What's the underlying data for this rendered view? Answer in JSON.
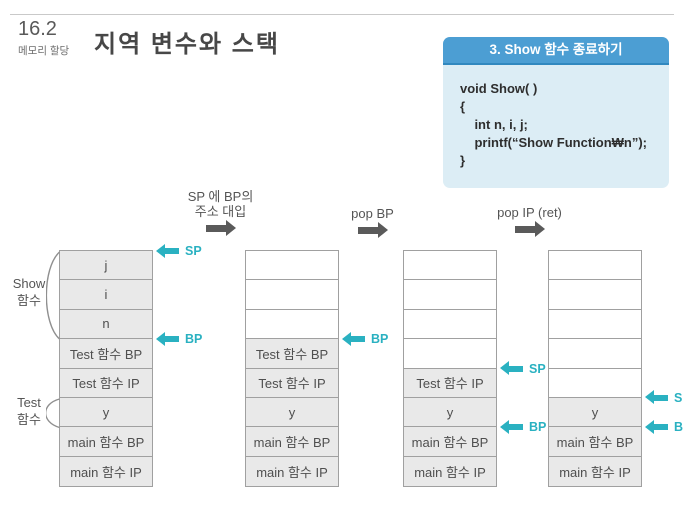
{
  "header": {
    "section_number": "16.2",
    "section_subtitle": "메모리 할당",
    "title": "지역 변수와 스택"
  },
  "code_box": {
    "title": "3. Show 함수 종료하기",
    "lines": [
      "void Show( )",
      "{",
      "    int n, i, j;",
      "    printf(“Show Function₩n”);",
      "}"
    ]
  },
  "transitions": [
    {
      "label": "SP 에 BP의\n주소 대입"
    },
    {
      "label": "pop BP"
    },
    {
      "label": "pop IP (ret)"
    }
  ],
  "stacks": [
    {
      "cells": [
        "j",
        "i",
        "n",
        "Test 함수 BP",
        "Test 함수 IP",
        "y",
        "main 함수 BP",
        "main 함수 IP"
      ],
      "pointers": [
        {
          "label": "SP",
          "boundary": 0
        },
        {
          "label": "BP",
          "boundary": 3
        }
      ],
      "braces": [
        {
          "label": "Show\n함수",
          "from_cell": 0,
          "span": 3
        },
        {
          "label": "Test\n함수",
          "from_cell": 5,
          "span": 1
        }
      ]
    },
    {
      "cells": [
        "",
        "",
        "",
        "Test 함수 BP",
        "Test 함수 IP",
        "y",
        "main 함수 BP",
        "main 함수 IP"
      ],
      "pointers": [
        {
          "label": "BP",
          "boundary": 3
        }
      ],
      "braces": []
    },
    {
      "cells": [
        "",
        "",
        "",
        "",
        "Test 함수 IP",
        "y",
        "main 함수 BP",
        "main 함수 IP"
      ],
      "pointers": [
        {
          "label": "SP",
          "boundary": 4
        },
        {
          "label": "BP",
          "boundary": 6
        }
      ],
      "braces": []
    },
    {
      "cells": [
        "",
        "",
        "",
        "",
        "",
        "y",
        "main 함수 BP",
        "main 함수 IP"
      ],
      "pointers": [
        {
          "label": "SP",
          "boundary": 5
        },
        {
          "label": "BP",
          "boundary": 6
        }
      ],
      "braces": []
    }
  ],
  "colors": {
    "accent_teal": "#2ab1c1",
    "code_header_blue": "#4c9ed3",
    "code_body_blue": "#dcedf5",
    "cell_fill_gray": "#e9e9e9",
    "cell_border_gray": "#a0a0a0",
    "text_gray": "#4f4f4f",
    "arrow_dark_gray": "#5a5a5a"
  }
}
